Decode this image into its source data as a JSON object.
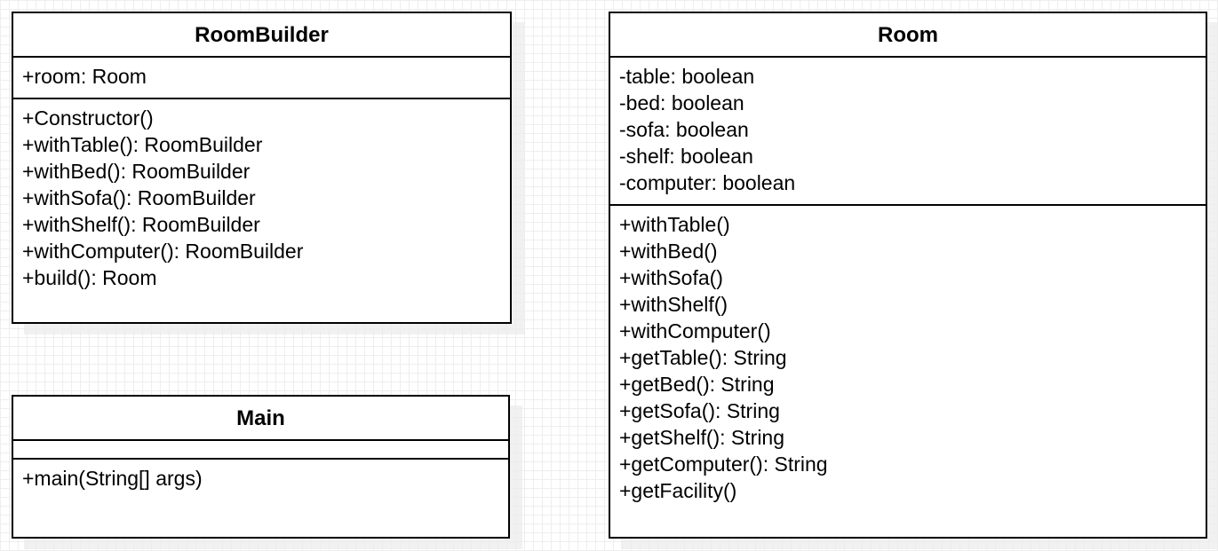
{
  "classes": {
    "roombuilder": {
      "name": "RoomBuilder",
      "attributes": [
        "+room: Room"
      ],
      "methods": [
        "+Constructor()",
        "+withTable(): RoomBuilder",
        "+withBed(): RoomBuilder",
        "+withSofa(): RoomBuilder",
        "+withShelf(): RoomBuilder",
        "+withComputer(): RoomBuilder",
        "+build(): Room"
      ]
    },
    "main": {
      "name": "Main",
      "attributes": [],
      "methods": [
        "+main(String[] args)"
      ]
    },
    "room": {
      "name": "Room",
      "attributes": [
        "-table: boolean",
        "-bed: boolean",
        "-sofa: boolean",
        "-shelf: boolean",
        "-computer: boolean"
      ],
      "methods": [
        "+withTable()",
        "+withBed()",
        "+withSofa()",
        "+withShelf()",
        "+withComputer()",
        "+getTable(): String",
        "+getBed(): String",
        "+getSofa(): String",
        "+getShelf(): String",
        "+getComputer(): String",
        "+getFacility()"
      ]
    }
  }
}
